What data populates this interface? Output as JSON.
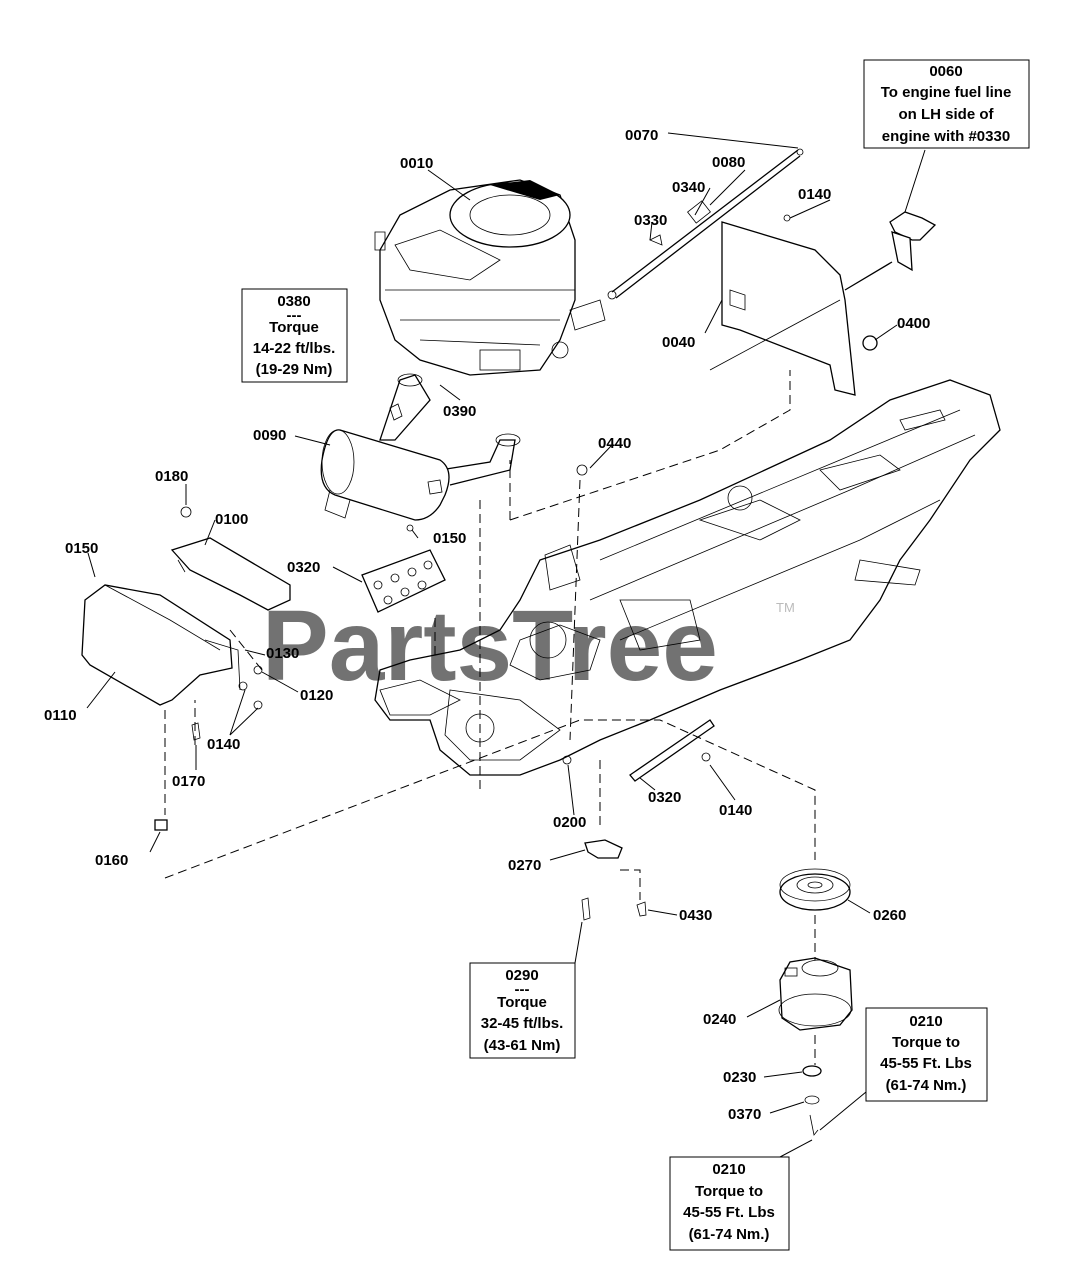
{
  "watermark": {
    "text": "PartsTree",
    "tm": "TM"
  },
  "part_labels": [
    "0010",
    "0040",
    "0060",
    "0070",
    "0080",
    "0090",
    "0100",
    "0110",
    "0120",
    "0130",
    "0140",
    "0150",
    "0160",
    "0170",
    "0180",
    "0200",
    "0210",
    "0230",
    "0240",
    "0260",
    "0270",
    "0290",
    "0320",
    "0330",
    "0340",
    "0370",
    "0380",
    "0390",
    "0400",
    "0430",
    "0440"
  ],
  "callouts": {
    "c0060": [
      "0060",
      "To engine fuel line",
      "on LH side of",
      "engine with #0330"
    ],
    "c0380": [
      "0380",
      "---",
      "Torque",
      "14-22 ft/lbs.",
      "(19-29 Nm)"
    ],
    "c0290": [
      "0290",
      "---",
      "Torque",
      "32-45 ft/lbs.",
      "(43-61 Nm)"
    ],
    "c0210a": [
      "0210",
      "Torque to",
      "45-55 Ft. Lbs",
      "(61-74 Nm.)"
    ],
    "c0210b": [
      "0210",
      "Torque to",
      "45-55 Ft. Lbs",
      "(61-74 Nm.)"
    ]
  }
}
